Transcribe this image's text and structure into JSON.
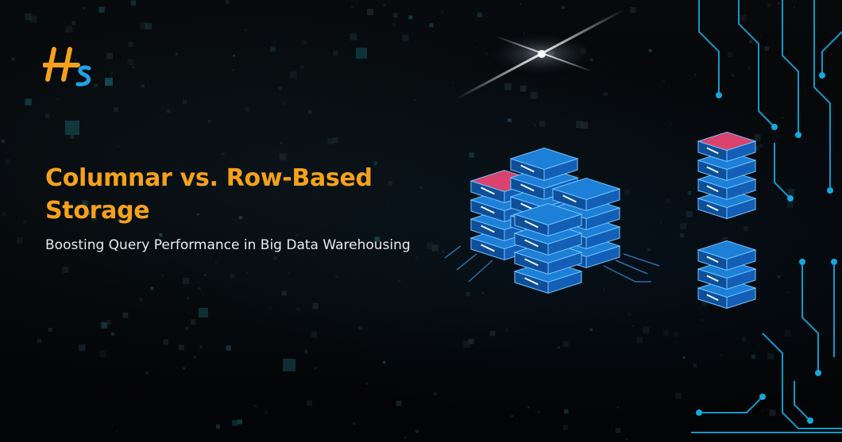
{
  "brand": {
    "logo_text": "HS",
    "colors": {
      "orange": "#f6a11b",
      "blue": "#1fa3e6"
    }
  },
  "hero": {
    "title": "Columnar vs. Row-Based Storage",
    "subtitle": "Boosting Query Performance in Big Data Warehousing"
  },
  "illustration": {
    "icon": "server-stacks-icon",
    "accent_colors": {
      "server_blue": "#1d7fd6",
      "server_top_red": "#d9436e",
      "circuit_cyan": "#17b8e6"
    }
  }
}
